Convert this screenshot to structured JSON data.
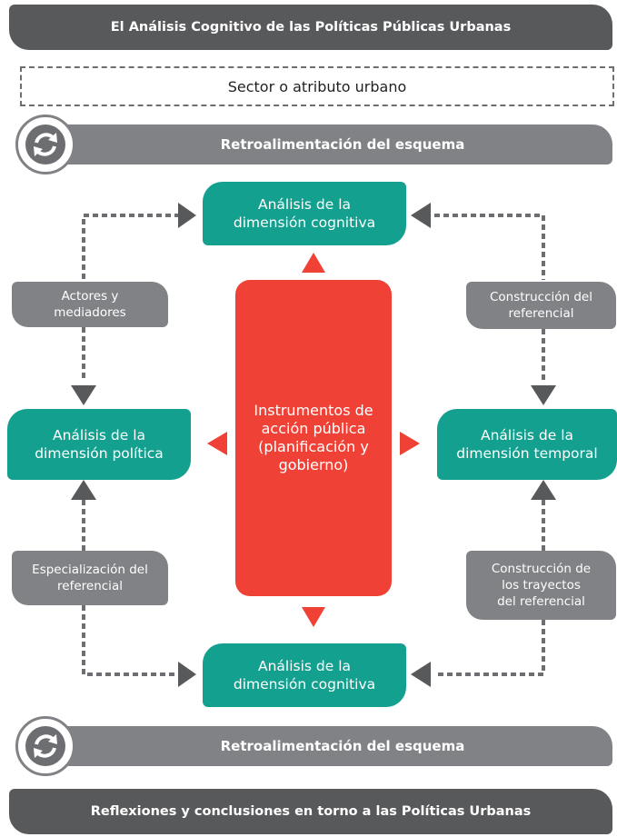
{
  "header": {
    "title": "El Análisis Cognitivo de las Políticas  Públicas Urbanas"
  },
  "sector": {
    "label": "Sector o atributo urbano"
  },
  "feedback_top": {
    "label": "Retroalimentación del esquema"
  },
  "feedback_bottom": {
    "label": "Retroalimentación del esquema"
  },
  "nodes": {
    "cognitiva_top": {
      "line1": "Análisis de la",
      "line2": "dimensión cognitiva"
    },
    "politica": {
      "line1": "Análisis de la",
      "line2": "dimensión política"
    },
    "temporal": {
      "line1": "Análisis de la",
      "line2": "dimensión temporal"
    },
    "cognitiva_bottom": {
      "line1": "Análisis de la",
      "line2": "dimensión cognitiva"
    },
    "center": {
      "line1": "Instrumentos de",
      "line2": "acción pública",
      "line3": "(planificación y",
      "line4": "gobierno)"
    }
  },
  "connectors": {
    "actores": {
      "line1": "Actores y",
      "line2": "mediadores"
    },
    "construccion_ref": {
      "line1": "Construcción del",
      "line2": "referencial"
    },
    "especializacion": {
      "line1": "Especialización del",
      "line2": "referencial"
    },
    "trayectos": {
      "line1": "Construcción de",
      "line2": "los trayectos",
      "line3": "del referencial"
    }
  },
  "footer": {
    "label": "Reflexiones y conclusiones en torno a las Políticas Urbanas"
  },
  "colors": {
    "teal": "#14a08f",
    "red": "#ef4136",
    "dark_grey": "#58595b",
    "grey": "#808285"
  },
  "icons": [
    "refresh-icon",
    "arrow-head"
  ]
}
